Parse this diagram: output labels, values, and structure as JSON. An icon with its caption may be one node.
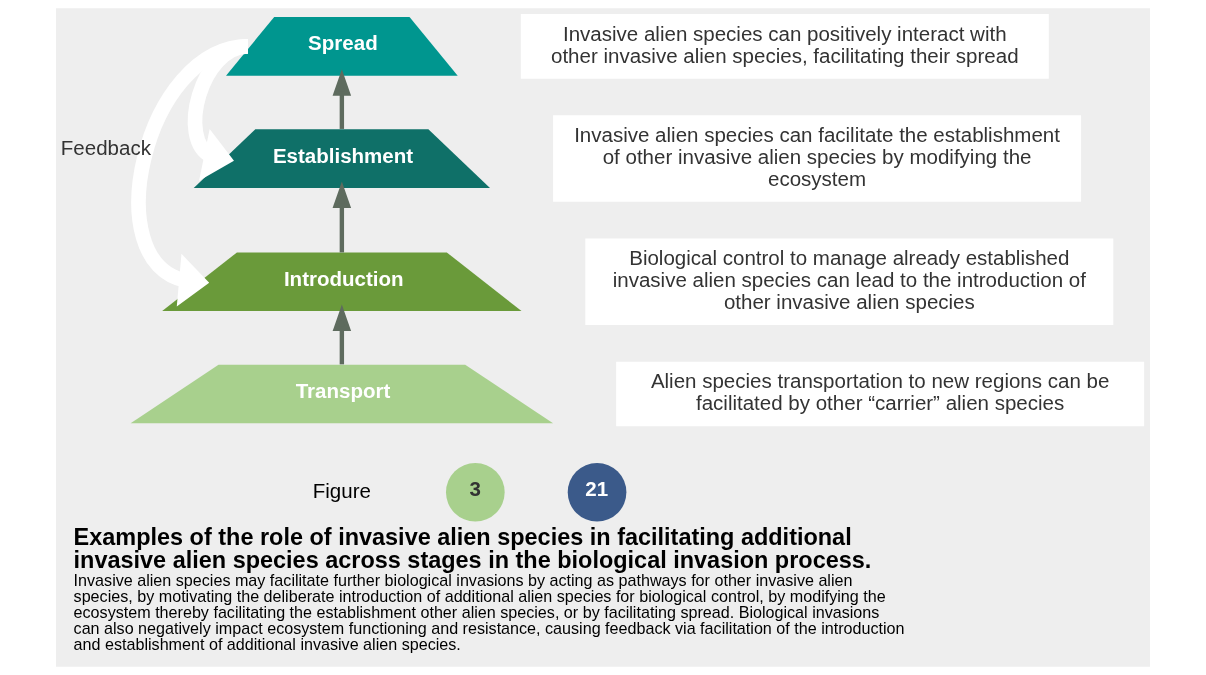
{
  "diagram": {
    "title": "Examples of the role of invasive alien species in facilitating additional invasive alien species across stages in the biological invasion process.",
    "caption": "Invasive alien species may facilitate further biological invasions by acting as pathways for other invasive alien species, by motivating the deliberate introduction of additional alien species for biological control, by modifying the ecosystem thereby facilitating the establishment other alien species, or by facilitating spread. Biological invasions can also negatively impact ecosystem functioning and resistance, causing feedback via facilitation of the introduction and establishment of additional invasive alien species.",
    "nodes": [
      {
        "text": [
          "Spread"
        ]
      },
      {
        "text": [
          "Invasive alien species can positively interact with other invasive alien species, facilitating their spread"
        ]
      },
      {
        "text": [
          "Establishment"
        ]
      },
      {
        "text": [
          "Invasive alien species can facilitate the establishment of other invasive alien species by modifying the ecosystem"
        ]
      },
      {
        "text": [
          "Introduction"
        ]
      },
      {
        "text": [
          "Biological control to manage already established invasive alien species can lead to the introduction of other invasive alien species"
        ]
      },
      {
        "text": [
          "Transport"
        ]
      },
      {
        "text": [
          "Alien species transportation to new regions can be facilitated by other “carrier” alien species"
        ]
      },
      {
        "text": [
          "3"
        ]
      },
      {
        "text": [
          "21"
        ]
      }
    ],
    "edges": [
      {
        "from": 6,
        "to": 4,
        "arrow": "to"
      },
      {
        "from": 4,
        "to": 2,
        "arrow": "to"
      },
      {
        "from": 2,
        "to": 0,
        "arrow": "to"
      },
      {
        "from": 0,
        "to": 2,
        "arrow": "to",
        "style": "thick",
        "color": "#ffffff"
      },
      {
        "from": 0,
        "to": 4,
        "arrow": "to",
        "label": "Feedback",
        "style": "thick",
        "color": "#ffffff"
      }
    ],
    "labels": [
      "Figure"
    ]
  }
}
